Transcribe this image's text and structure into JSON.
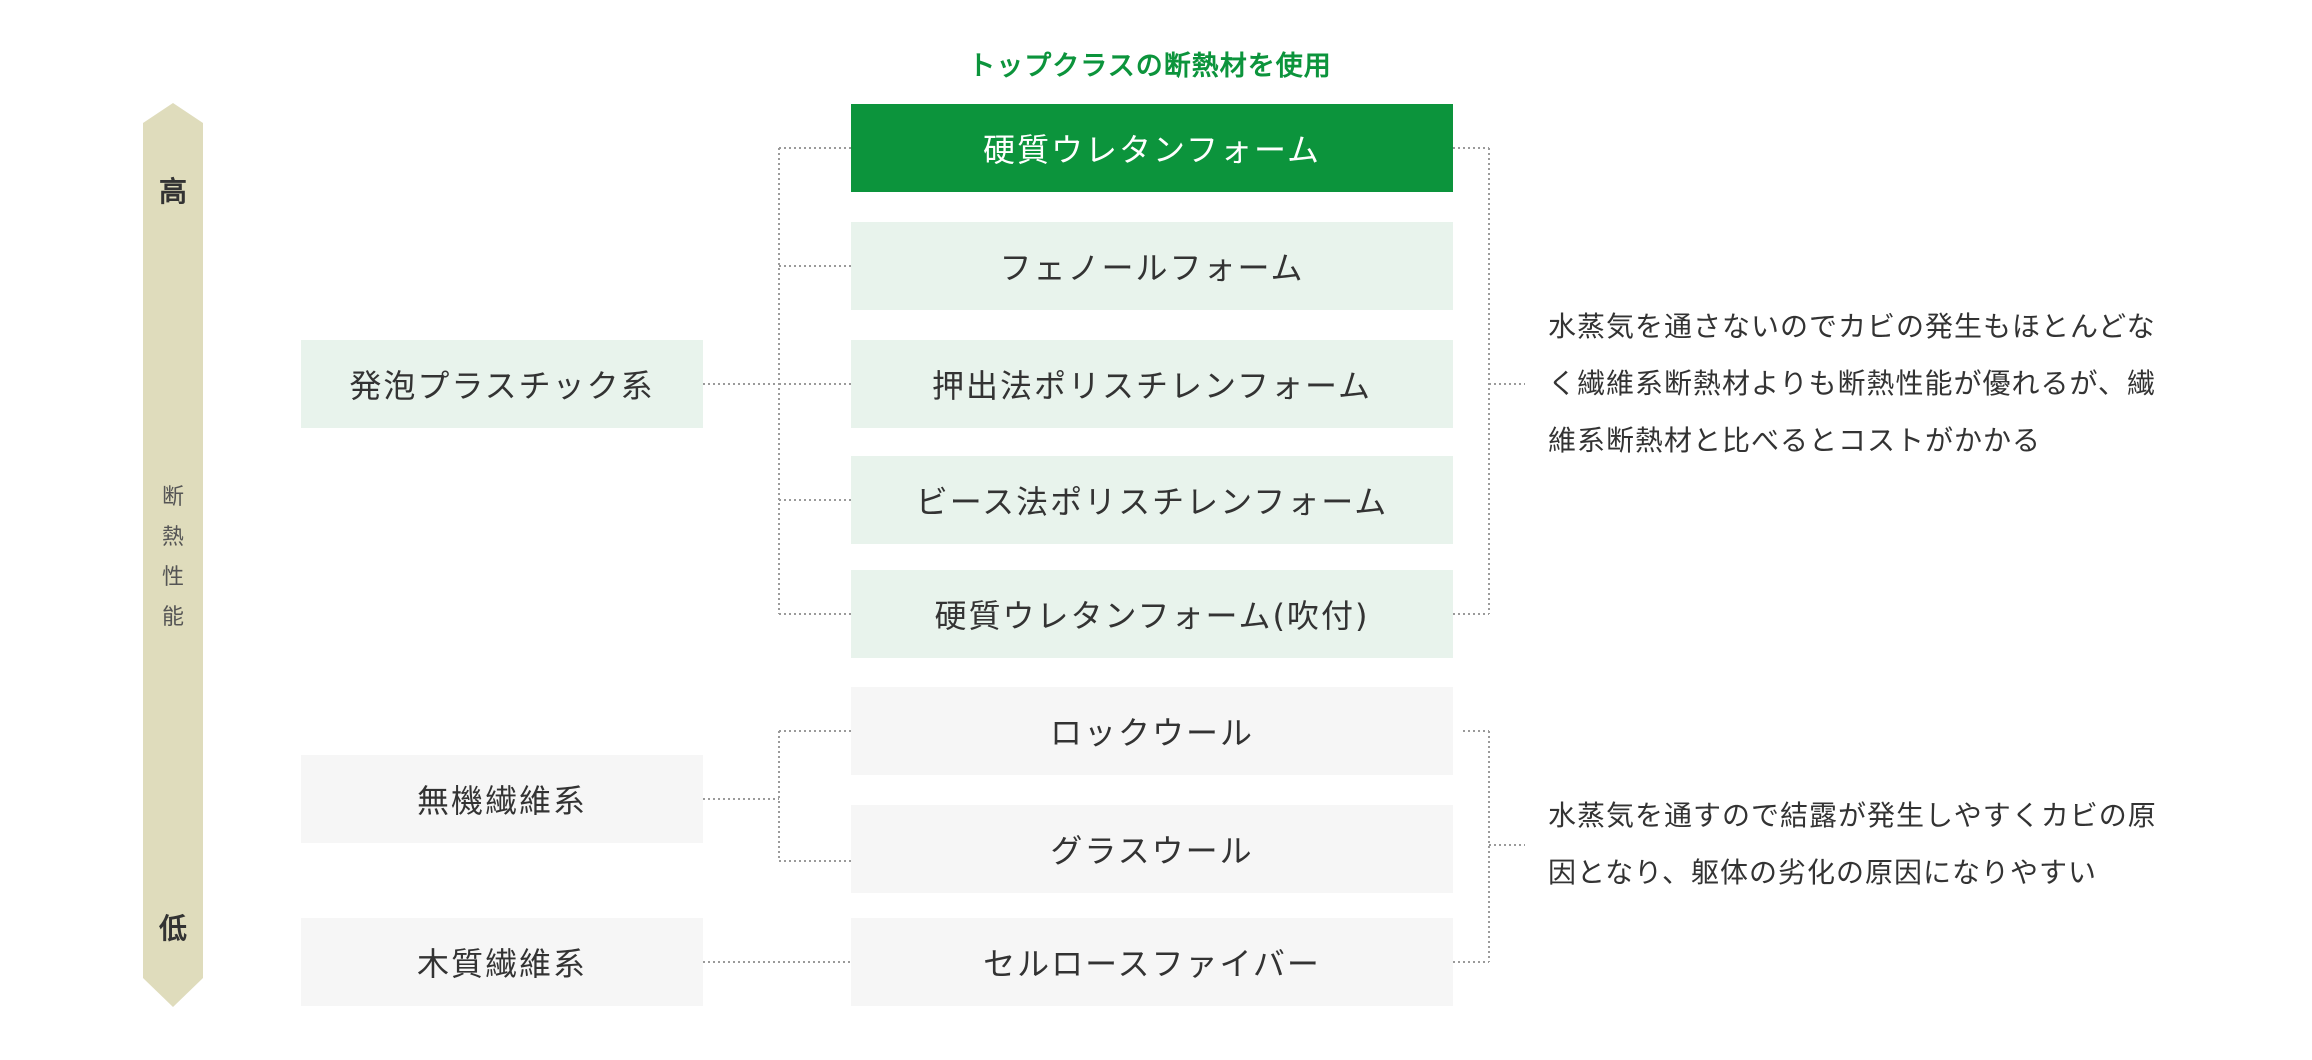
{
  "colors": {
    "accent_green": "#0c943c",
    "light_green": "#e8f3ec",
    "light_gray": "#f6f6f6",
    "scale_bar": "#dfdcbc",
    "connector": "#9a9a9a"
  },
  "header": {
    "top_label": "トップクラスの断熱材を使用"
  },
  "scale": {
    "high": "高",
    "low": "低",
    "axis_chars": [
      "断",
      "熱",
      "性",
      "能"
    ]
  },
  "categories": [
    {
      "label": "発泡プラスチック系"
    },
    {
      "label": "無機繊維系"
    },
    {
      "label": "木質繊維系"
    }
  ],
  "items": [
    {
      "label": "硬質ウレタンフォーム",
      "highlight": true
    },
    {
      "label": "フェノールフォーム"
    },
    {
      "label": "押出法ポリスチレンフォーム"
    },
    {
      "label": "ビース法ポリスチレンフォーム"
    },
    {
      "label": "硬質ウレタンフォーム(吹付)"
    },
    {
      "label": "ロックウール"
    },
    {
      "label": "グラスウール"
    },
    {
      "label": "セルロースファイバー"
    }
  ],
  "descriptions": {
    "foam": [
      "水蒸気を通さないのでカビの発生もほとんどな",
      "く繊維系断熱材よりも断熱性能が優れるが、繊",
      "維系断熱材と比べるとコストがかかる"
    ],
    "fiber": [
      "水蒸気を通すので結露が発生しやすくカビの原",
      "因となり、躯体の劣化の原因になりやすい"
    ]
  }
}
